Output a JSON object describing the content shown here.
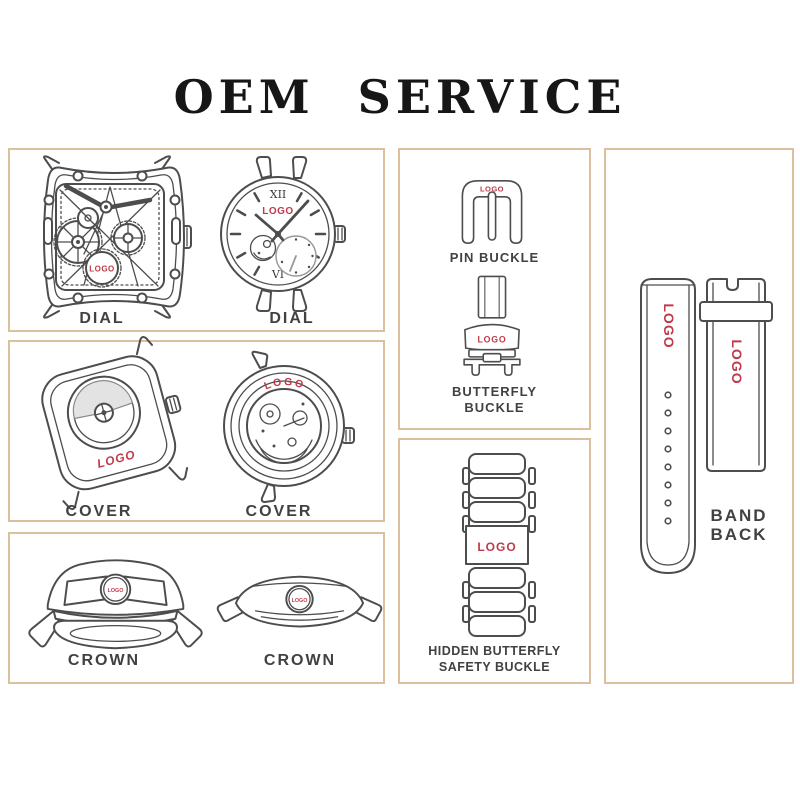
{
  "title": "OEM SERVICE",
  "logo_text": "LOGO",
  "watch_numerals": {
    "top": "XII",
    "bottom": "VI"
  },
  "colors": {
    "accent_red": "#bf3a4a",
    "panel_border": "#dcc09e",
    "line_art": "#4d4d4d",
    "label_text": "#414141"
  },
  "panels": {
    "dial": {
      "labels": [
        "DIAL",
        "DIAL"
      ]
    },
    "cover": {
      "labels": [
        "COVER",
        "COVER"
      ]
    },
    "crown": {
      "labels": [
        "CROWN",
        "CROWN"
      ]
    },
    "buckles": {
      "pin": "PIN BUCKLE",
      "butterfly_line1": "BUTTERFLY",
      "butterfly_line2": "BUCKLE"
    },
    "bracelet": {
      "line1": "HIDDEN BUTTERFLY",
      "line2": "SAFETY BUCKLE"
    },
    "band": {
      "line1": "BAND",
      "line2": "BACK"
    }
  }
}
